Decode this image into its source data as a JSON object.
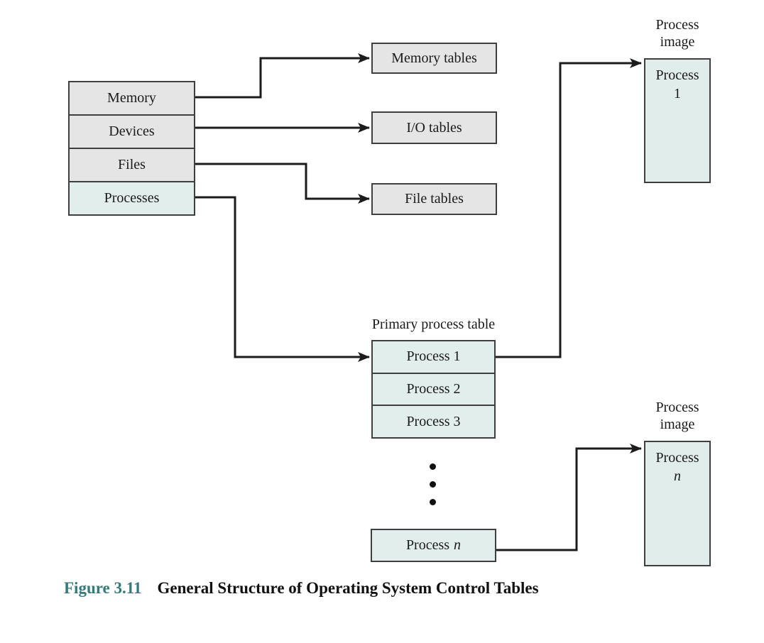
{
  "os_table": {
    "rows": [
      "Memory",
      "Devices",
      "Files",
      "Processes"
    ]
  },
  "tables": {
    "memory": "Memory tables",
    "io": "I/O tables",
    "file": "File tables"
  },
  "primary_process_table": {
    "title": "Primary process table",
    "rows": [
      "Process 1",
      "Process 2",
      "Process 3"
    ],
    "last_row": {
      "prefix": "Process",
      "variable": "n"
    }
  },
  "process_image_1": {
    "heading": "Process image",
    "label_line1": "Process",
    "label_line2": "1"
  },
  "process_image_n": {
    "heading": "Process image",
    "label_line1": "Process",
    "label_line2": "n"
  },
  "caption": {
    "label": "Figure 3.11",
    "title": "General Structure of Operating System Control Tables"
  },
  "colors": {
    "accent_teal_text": "#337a7b",
    "box_gray_fill": "#e4e5e4",
    "box_teal_fill": "#e2eeec",
    "image_box_fill": "#e1edeb",
    "border": "#3f3f3f",
    "connector_line": "#1c1c1c"
  }
}
